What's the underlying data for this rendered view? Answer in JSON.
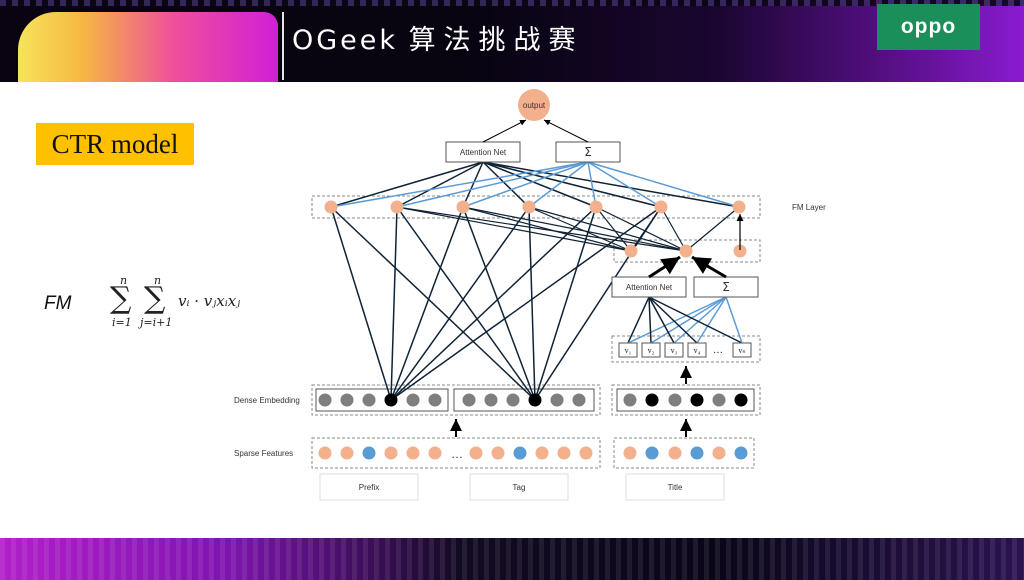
{
  "header": {
    "event_title_latin": "OGeek",
    "event_title_cn": "算法挑战赛",
    "brand": "oppo"
  },
  "slide": {
    "heading": "CTR model",
    "fm_label": "FM",
    "formula": {
      "sum1_upper": "n",
      "sum1_lower": "i=1",
      "sum2_upper": "n",
      "sum2_lower": "j=i+1",
      "body": "vᵢ · vⱼxᵢxⱼ"
    }
  },
  "diagram": {
    "output": "output",
    "attention_net_top": "Attention Net",
    "sum_top": "Σ",
    "fm_layer": "FM Layer",
    "attention_net_right": "Attention Net",
    "sum_right": "Σ",
    "v_boxes": [
      "v₁",
      "v₂",
      "v₃",
      "v₄",
      "…",
      "vₙ"
    ],
    "dense_embedding": "Dense Embedding",
    "sparse_features": "Sparse Features",
    "ellipsis": "…",
    "inputs": [
      "Prefix",
      "Tag",
      "Title"
    ],
    "colors": {
      "node_orange": "#f2b08c",
      "node_blue": "#5b9bd5",
      "node_gray": "#7f7f7f",
      "node_black": "#000000",
      "edge_dark": "#0f2236",
      "edge_blue": "#5b9bd5"
    }
  }
}
